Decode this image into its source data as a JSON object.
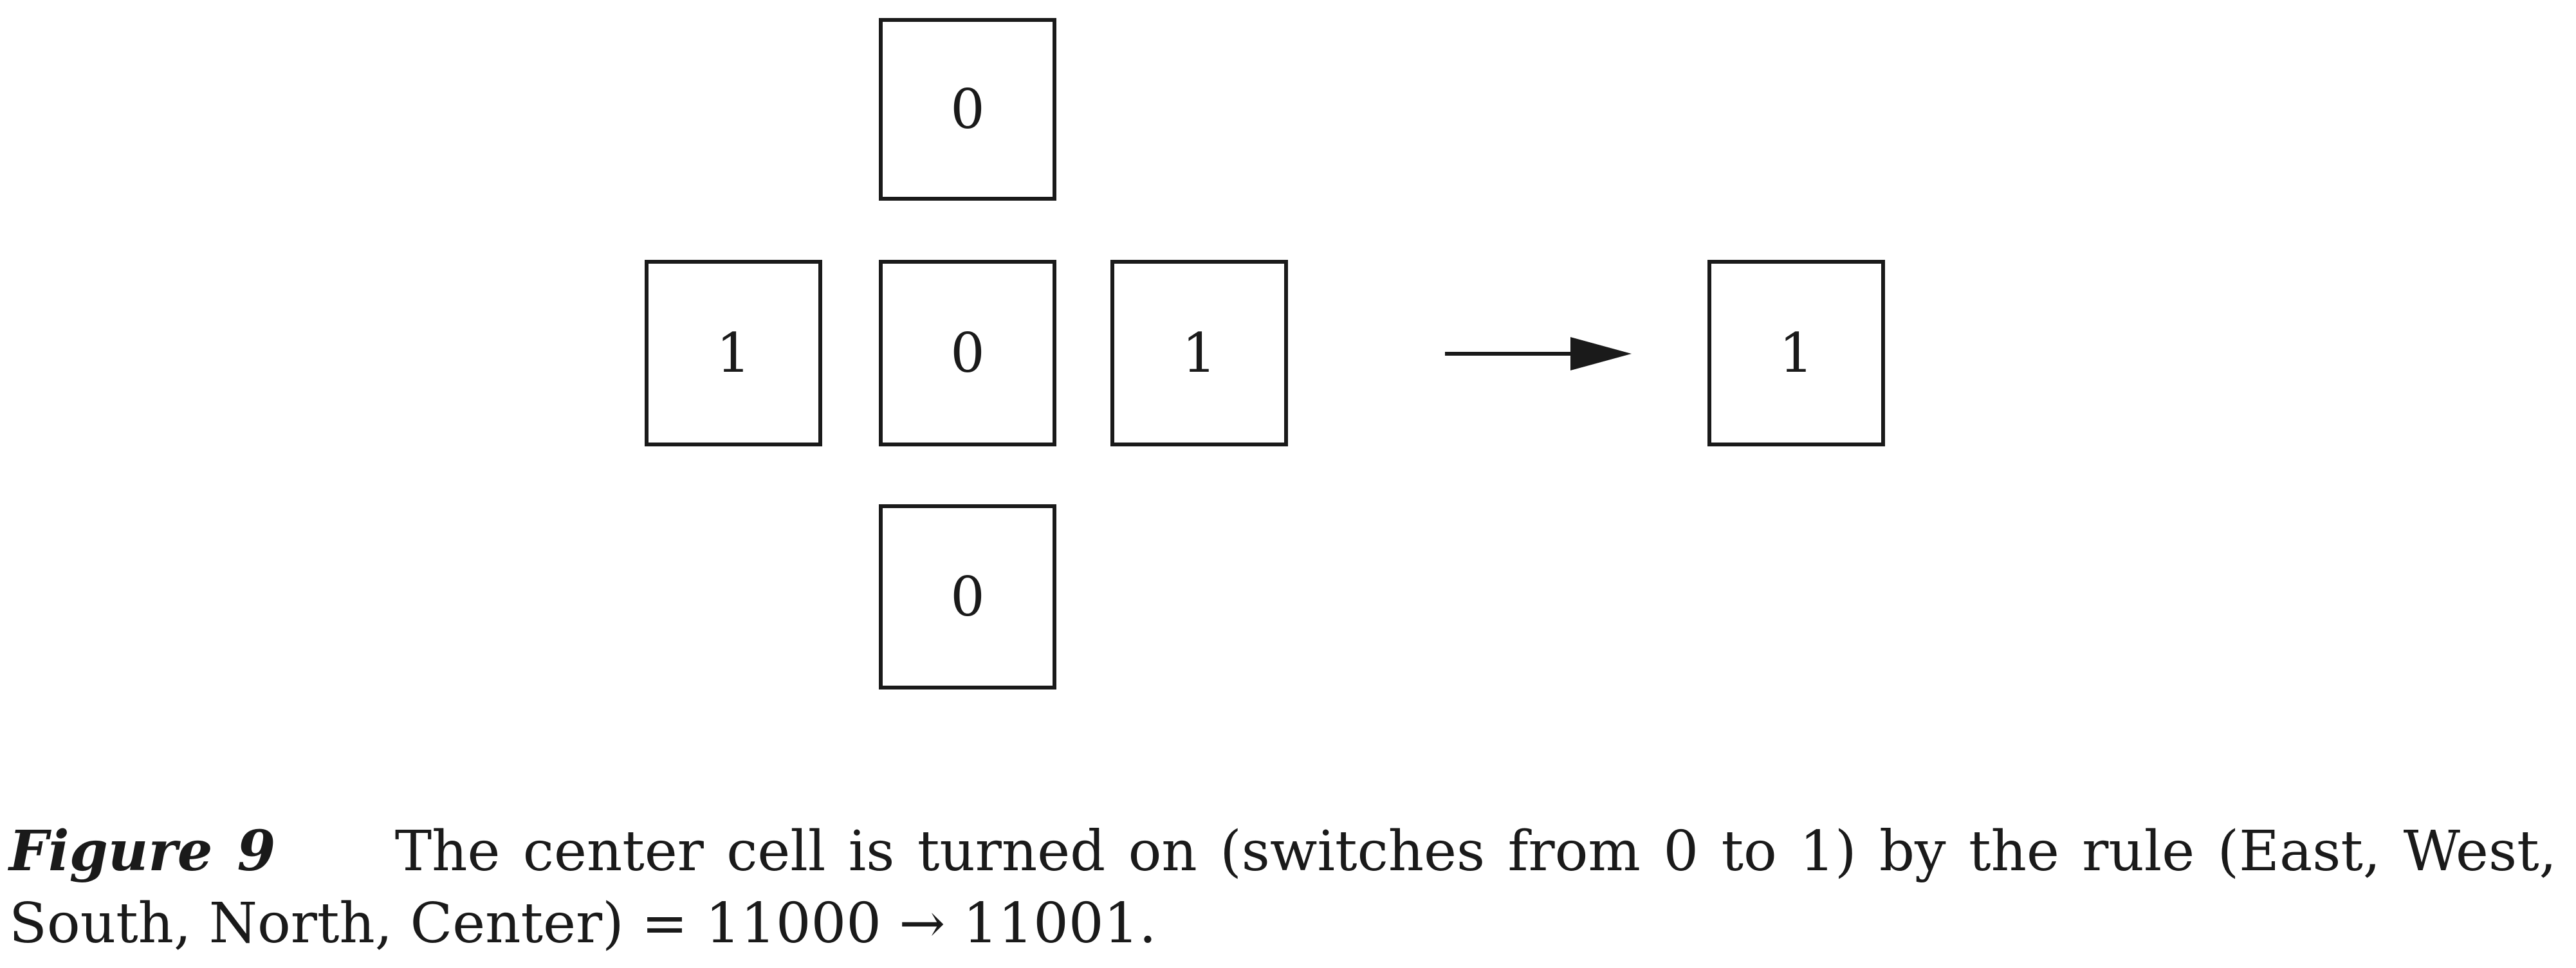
{
  "diagram": {
    "neighborhood": {
      "north": "0",
      "west": "1",
      "center": "0",
      "east": "1",
      "south": "0"
    },
    "result": "1",
    "arrow_icon": "right-arrow-icon"
  },
  "caption": {
    "label": "Figure 9",
    "text": "The center cell is turned on (switches from 0 to 1) by the rule (East, West, South, North, Center) = 11000 → 11001."
  },
  "colors": {
    "ink": "#1a1a1a",
    "paper": "#ffffff"
  }
}
